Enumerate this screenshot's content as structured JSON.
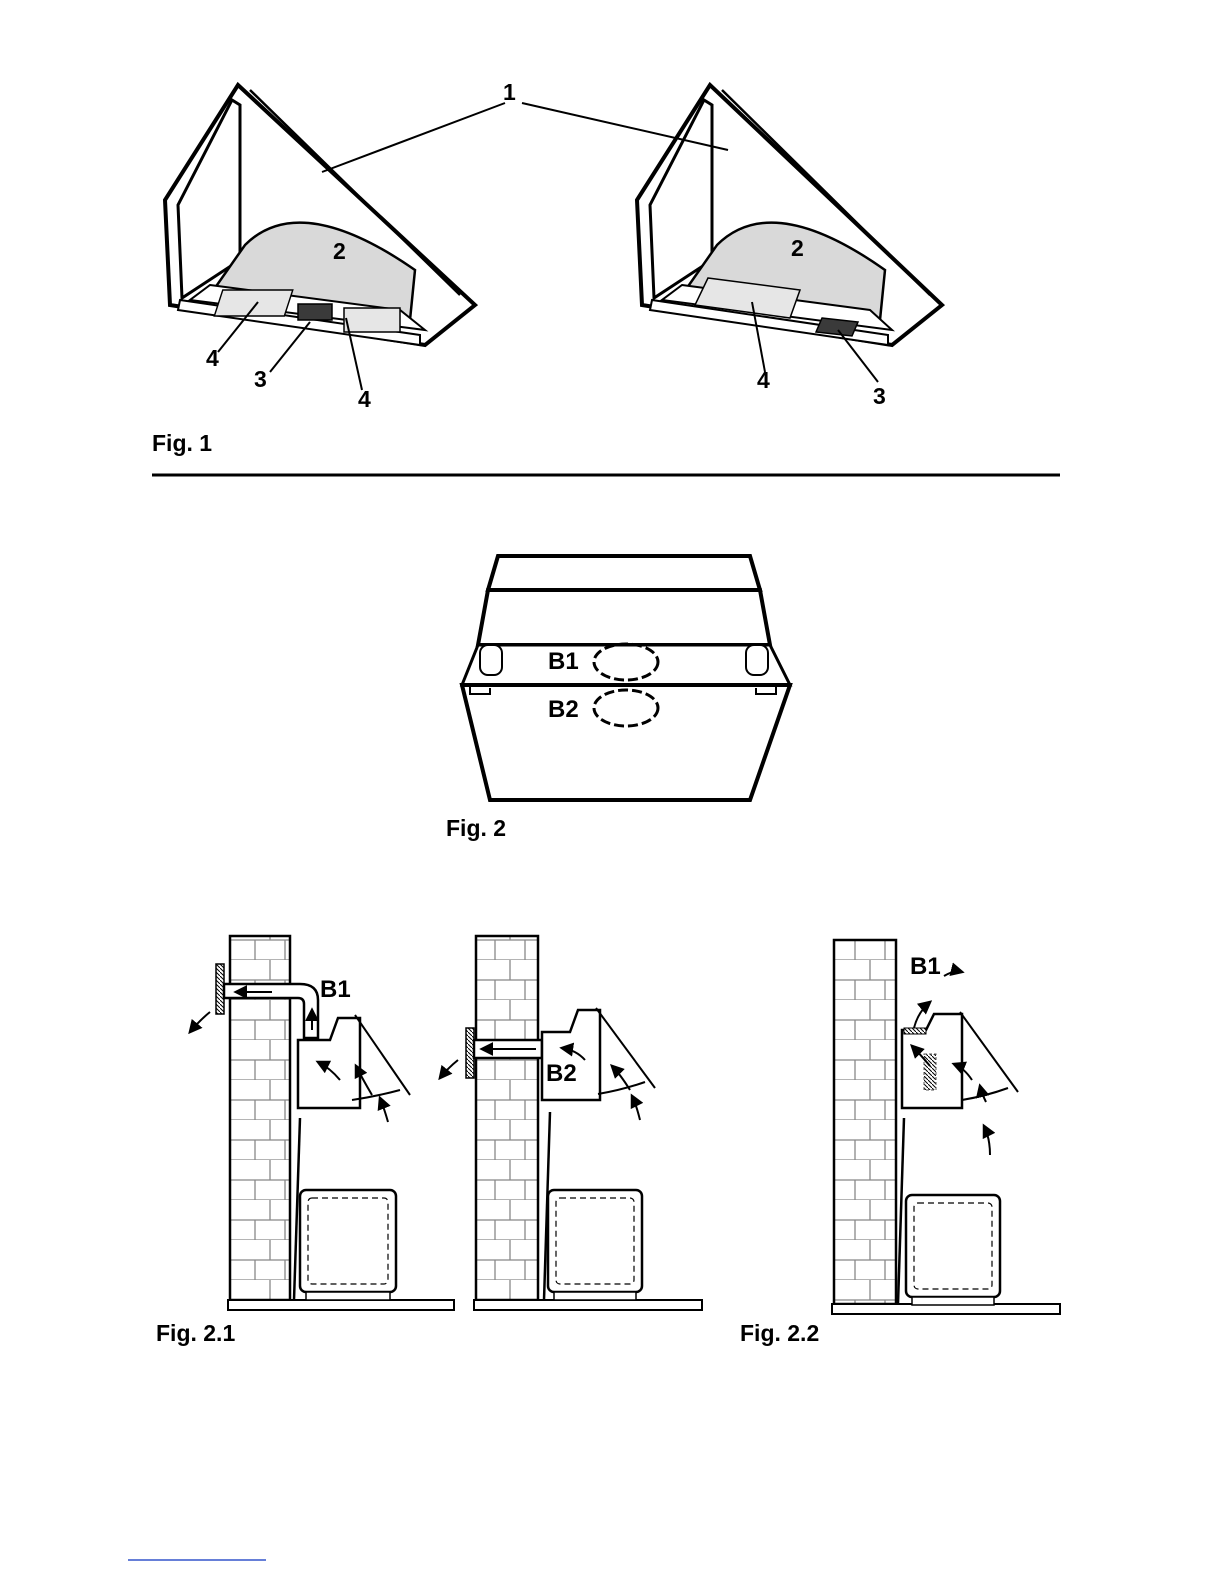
{
  "fig1": {
    "caption": "Fig. 1",
    "callouts": {
      "c1": "1",
      "c2": "2",
      "c3": "3",
      "c4": "4"
    }
  },
  "fig2": {
    "caption": "Fig. 2",
    "outlet_b1": "B1",
    "outlet_b2": "B2"
  },
  "fig21": {
    "caption": "Fig. 2.1",
    "label_b1": "B1",
    "label_b2": "B2"
  },
  "fig22": {
    "caption": "Fig. 2.2",
    "label_b1": "B1"
  }
}
